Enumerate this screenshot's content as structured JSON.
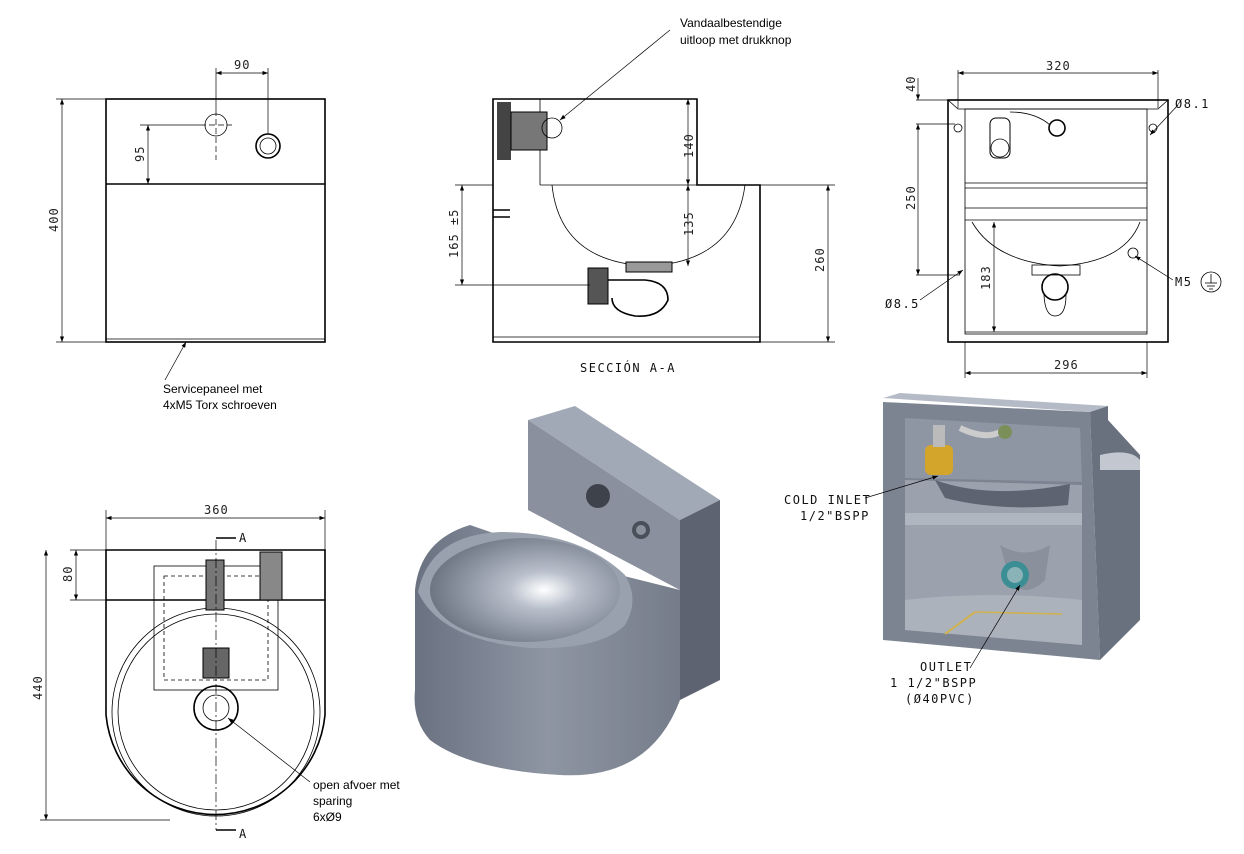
{
  "front_view": {
    "dim_width_90": "90",
    "dim_height_95": "95",
    "dim_height_400": "400",
    "note_line1": "Servicepaneel met",
    "note_line2": "4xM5 Torx schroeven"
  },
  "section_view": {
    "note_line1": "Vandaalbestendige",
    "note_line2": "uitloop met drukknop",
    "dim_140": "140",
    "dim_135": "135",
    "dim_165": "165 ±5",
    "dim_260": "260",
    "title": "SECCIÓN  A-A"
  },
  "rear_view": {
    "dim_320": "320",
    "dim_40": "40",
    "dim_250": "250",
    "dim_183": "183",
    "dim_296": "296",
    "hole_top": "Ø8.1",
    "hole_bottom": "Ø8.5",
    "ground": "M5"
  },
  "top_view": {
    "dim_360": "360",
    "dim_80": "80",
    "dim_440": "440",
    "section_mark_top": "A",
    "section_mark_bottom": "A",
    "note_line1": "open afvoer met",
    "note_line2": "sparing",
    "note_line3": "6xØ9"
  },
  "iso_rear_view": {
    "inlet_line1": "COLD INLET",
    "inlet_line2": "1/2\"BSPP",
    "outlet_line1": "OUTLET",
    "outlet_line2": "1 1/2\"BSPP",
    "outlet_line3": "(Ø40PVC)"
  }
}
